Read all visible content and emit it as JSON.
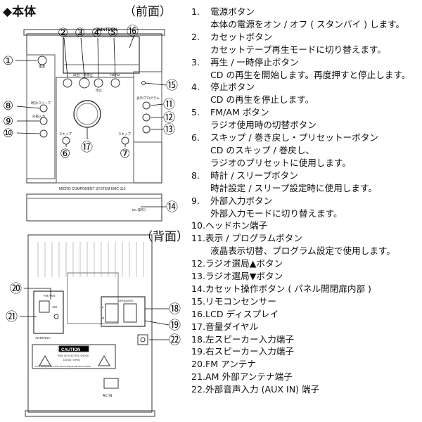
{
  "header": {
    "main_title": "◆本体",
    "front_label": "（前面）",
    "back_label": "（背面）"
  },
  "front_panel": {
    "brand": "WINTECH.",
    "model_text": "MICRO COMPONENT SYSTEM KMC-113",
    "callouts": [
      "①",
      "②",
      "③",
      "④",
      "⑤",
      "⑯",
      "⑮",
      "⑧",
      "⑪",
      "⑨",
      "⑫",
      "⑩",
      "⑬",
      "⑥",
      "⑰",
      "⑦",
      "⑭"
    ],
    "tiny_labels": {
      "power": "電源",
      "stop": "停止",
      "cd_play": "再生/一時停止",
      "fmam": "FM/AM",
      "skip_left": "スキップ",
      "skip_right": "スキップ",
      "clock": "時計/スリープ",
      "aux": "外部入力",
      "display": "表示/プログラム",
      "cassette": "EC-操作▷"
    }
  },
  "back_panel": {
    "callouts": [
      "⑳",
      "㉑",
      "⑱",
      "⑲",
      "㉒"
    ],
    "fm_ant": "FM ANT.",
    "antenna": "ANTENNA",
    "am": "AM",
    "speakers": "SPEAKERS",
    "l_label": "L",
    "r_label": "R",
    "caution_title": "CAUTION",
    "caution_line1": "RISK OF ELECTRIC SHOCK",
    "caution_line2": "DO NOT OPEN",
    "caution_line3": "AVIS: RISQUE DE CHOC ELECTRIQUE-NE PAS OUVRIR",
    "ac_in": "AC IN"
  },
  "items": [
    {
      "num": "1.",
      "title": "電源ボタン",
      "desc": [
        "本体の電源をオン / オフ ( スタンバイ ) します。"
      ]
    },
    {
      "num": "2.",
      "title": "カセットボタン",
      "desc": [
        "カセットテープ再生モードに切り替えます。"
      ]
    },
    {
      "num": "3.",
      "title": "再生 / 一時停止ボタン",
      "desc": [
        "CD の再生を開始します。再度押すと停止します。"
      ]
    },
    {
      "num": "4.",
      "title": "停止ボタン",
      "desc": [
        "CD の再生を停止します。"
      ]
    },
    {
      "num": "5.",
      "title": "FM/AM ボタン",
      "desc": [
        "ラジオ使用時の切替ボタン"
      ]
    },
    {
      "num": "6.",
      "title": "スキップ / 巻き戻し・プリセットーボタン",
      "desc": [
        "CD のスキップ / 巻戻し、",
        "ラジオのプリセットに使用します。"
      ]
    },
    {
      "num": "8.",
      "title": "時計 / スリープボタン",
      "desc": [
        "時計設定 / スリープ設定時に使用します。"
      ]
    },
    {
      "num": "9.",
      "title": "外部入力ボタン",
      "desc": [
        "外部入力モードに切り替えます。"
      ]
    },
    {
      "num": "10.",
      "title": "ヘッドホン端子",
      "desc": []
    },
    {
      "num": "11.",
      "title": "表示 / プログラムボタン",
      "desc": [
        "液晶表示切替、プログラム設定で使用します。"
      ]
    },
    {
      "num": "12.",
      "title": "ラジオ選局▲ボタン",
      "desc": []
    },
    {
      "num": "13.",
      "title": "ラジオ選局▼ボタン",
      "desc": []
    },
    {
      "num": "14.",
      "title": "カセット操作ボタン ( パネル開閉扉内部 )",
      "desc": []
    },
    {
      "num": "15.",
      "title": "リモコンセンサー",
      "desc": []
    },
    {
      "num": "16.",
      "title": "LCD ディスプレイ",
      "desc": []
    },
    {
      "num": "17.",
      "title": "音量ダイヤル",
      "desc": []
    },
    {
      "num": "18.",
      "title": "左スピーカー入力端子",
      "desc": []
    },
    {
      "num": "19.",
      "title": "右スピーカー入力端子",
      "desc": []
    },
    {
      "num": "20.",
      "title": "FM アンテナ",
      "desc": []
    },
    {
      "num": "21.",
      "title": "AM 外部アンテナ端子",
      "desc": []
    },
    {
      "num": "22.",
      "title": "外部音声入力 (AUX IN) 端子",
      "desc": []
    }
  ]
}
